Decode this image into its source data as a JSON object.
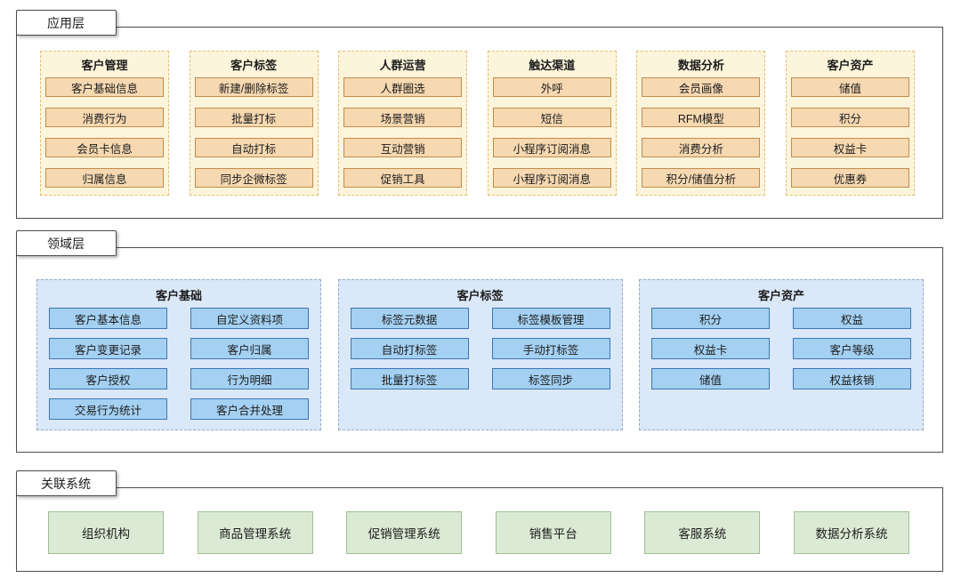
{
  "colors": {
    "container_border": "#4b4b4b",
    "app_group_bg": "#FCF5DB",
    "app_group_border": "#E4BD74",
    "app_box_bg": "#F6D8B1",
    "app_box_border": "#C38C4E",
    "domain_group_bg": "#DBE8F8",
    "domain_group_border": "#94A9C6",
    "domain_box_bg": "#A4D0F2",
    "domain_box_border": "#3D76B4",
    "system_box_bg": "#DBEAD4",
    "system_box_border": "#A2C094",
    "text": "#1c1c1c"
  },
  "layers": {
    "application": {
      "label": "应用层",
      "groups": [
        {
          "title": "客户管理",
          "items": [
            "客户基础信息",
            "消费行为",
            "会员卡信息",
            "归属信息"
          ]
        },
        {
          "title": "客户标签",
          "items": [
            "新建/删除标签",
            "批量打标",
            "自动打标",
            "同步企微标签"
          ]
        },
        {
          "title": "人群运营",
          "items": [
            "人群圈选",
            "场景营销",
            "互动营销",
            "促销工具"
          ]
        },
        {
          "title": "触达渠道",
          "items": [
            "外呼",
            "短信",
            "小程序订阅消息",
            "小程序订阅消息"
          ]
        },
        {
          "title": "数据分析",
          "items": [
            "会员画像",
            "RFM模型",
            "消费分析",
            "积分/储值分析"
          ]
        },
        {
          "title": "客户资产",
          "items": [
            "储值",
            "积分",
            "权益卡",
            "优惠券"
          ]
        }
      ]
    },
    "domain": {
      "label": "领域层",
      "groups": [
        {
          "title": "客户基础",
          "items": [
            "客户基本信息",
            "自定义资料项",
            "客户变更记录",
            "客户归属",
            "客户授权",
            "行为明细",
            "交易行为统计",
            "客户合并处理"
          ]
        },
        {
          "title": "客户标签",
          "items": [
            "标签元数据",
            "标签模板管理",
            "自动打标签",
            "手动打标签",
            "批量打标签",
            "标签同步"
          ]
        },
        {
          "title": "客户资产",
          "items": [
            "积分",
            "权益",
            "权益卡",
            "客户等级",
            "储值",
            "权益核销"
          ]
        }
      ]
    },
    "systems": {
      "label": "关联系统",
      "items": [
        "组织机构",
        "商品管理系统",
        "促销管理系统",
        "销售平台",
        "客服系统",
        "数据分析系统"
      ]
    }
  }
}
